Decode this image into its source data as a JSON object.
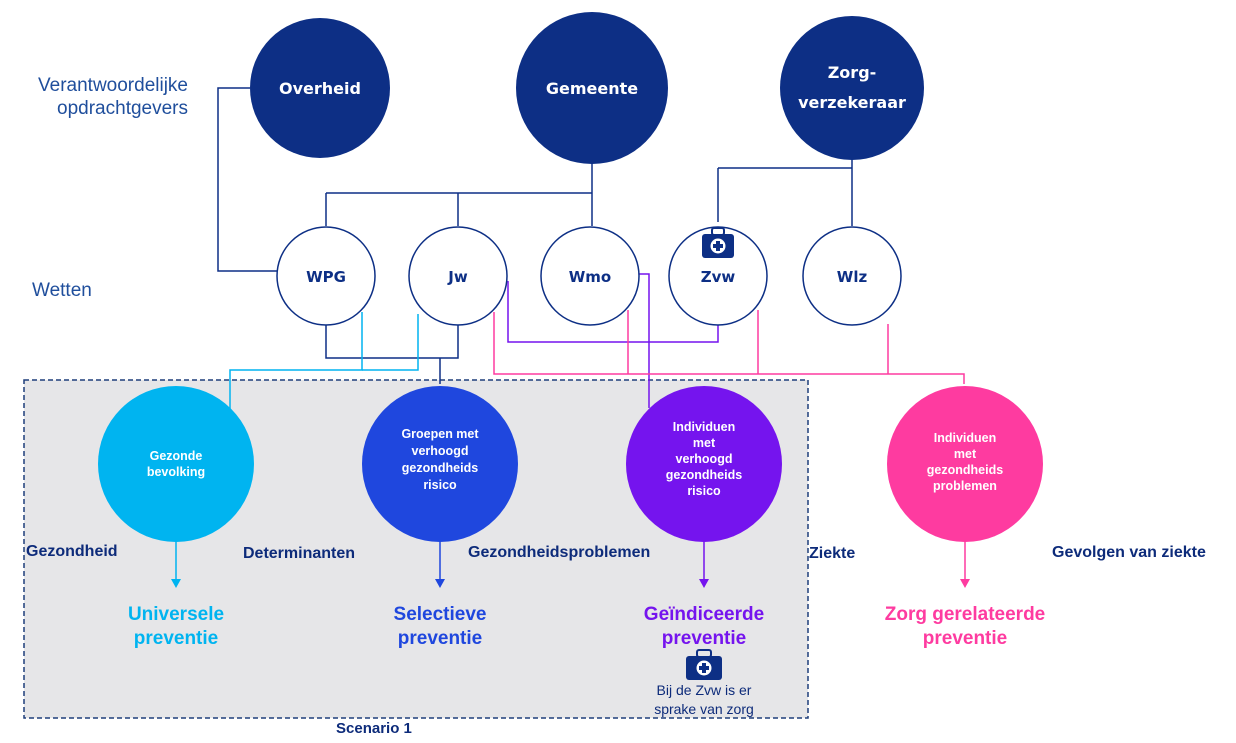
{
  "side_labels": {
    "opdrachtgevers": "Verantwoordelijke opdrachtgevers",
    "wetten": "Wetten"
  },
  "opdrachtgevers": [
    {
      "id": "overheid",
      "label": "Overheid"
    },
    {
      "id": "gemeente",
      "label": "Gemeente"
    },
    {
      "id": "zorgverzekeraar",
      "label_line1": "Zorg-",
      "label_line2": "verzekeraar"
    }
  ],
  "wetten": [
    {
      "id": "wpg",
      "label": "WPG"
    },
    {
      "id": "jw",
      "label": "Jw"
    },
    {
      "id": "wmo",
      "label": "Wmo"
    },
    {
      "id": "zvw",
      "label": "Zvw"
    },
    {
      "id": "wlz",
      "label": "Wlz"
    }
  ],
  "doelgroepen": [
    {
      "id": "gezonde",
      "lines": [
        "Gezonde",
        "bevolking"
      ],
      "color": "#00b4f0"
    },
    {
      "id": "groepen",
      "lines": [
        "Groepen met",
        "verhoogd",
        "gezondheids",
        "risico"
      ],
      "color": "#1f47de"
    },
    {
      "id": "individuen-risico",
      "lines": [
        "Individuen",
        "met",
        "verhoogd",
        "gezondheids",
        "risico"
      ],
      "color": "#7514ee"
    },
    {
      "id": "individuen-problemen",
      "lines": [
        "Individuen",
        "met",
        "gezondheids",
        "problemen"
      ],
      "color": "#fe3ba0"
    }
  ],
  "stages": [
    "Gezondheid",
    "Determinanten",
    "Gezondheidsproblemen",
    "Ziekte",
    "Gevolgen van ziekte"
  ],
  "preventie": [
    {
      "id": "universele",
      "line1": "Universele",
      "line2": "preventie",
      "color": "#00b4f0"
    },
    {
      "id": "selectieve",
      "line1": "Selectieve",
      "line2": "preventie",
      "color": "#1f47de"
    },
    {
      "id": "geindiceerde",
      "line1": "Geïndiceerde",
      "line2": "preventie",
      "color": "#7514ee"
    },
    {
      "id": "zorg",
      "line1": "Zorg gerelateerde",
      "line2": "preventie",
      "color": "#fe3ba0"
    }
  ],
  "zvw_note": {
    "line1": "Bij de Zvw is er",
    "line2": "sprake van zorg"
  },
  "scenario_label": "Scenario 1",
  "colors": {
    "navy": "#0d2f85",
    "scenario_fill": "#e6e6e8",
    "scenario_border": "#1f3f7a"
  },
  "icons": [
    "medical-kit-icon"
  ]
}
